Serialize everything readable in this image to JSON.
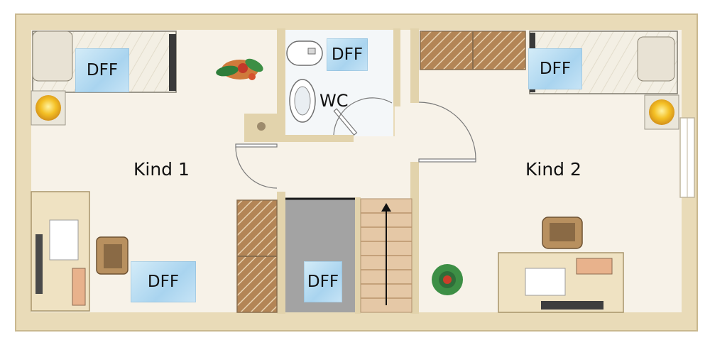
{
  "rooms": {
    "room1": "Kind 1",
    "room2": "Kind 2",
    "wc": "WC"
  },
  "dff": {
    "room1_bed": "DFF",
    "wc": "DFF",
    "room2_bed": "DFF",
    "room1_desk": "DFF",
    "stair_core": "DFF"
  },
  "colors": {
    "wall": "#e7d9b6",
    "floor": "#f6f1e6",
    "skylight": "#aed6f0",
    "wood": "#b58a5c",
    "lamp": "#f2b824",
    "core": "#a3a3a3"
  },
  "icons": [
    "bed-icon",
    "lamp-icon",
    "plant-icon",
    "toilet-icon",
    "sink-icon",
    "desk-icon",
    "chair-icon",
    "wardrobe-icon",
    "stair-arrow-icon",
    "door-swing-icon",
    "window-icon"
  ]
}
